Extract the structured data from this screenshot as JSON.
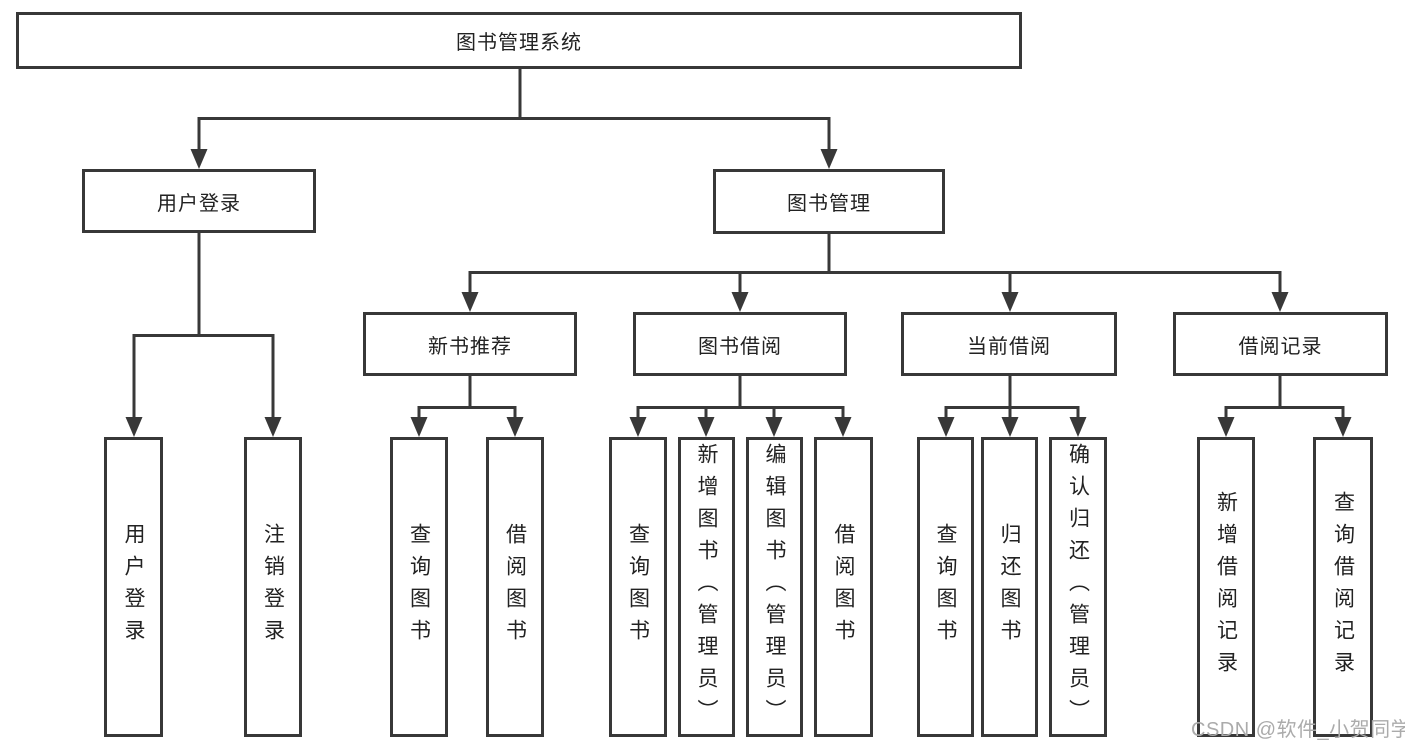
{
  "colors": {
    "line": "#383838",
    "box_border": "#383838",
    "box_background": "#ffffff",
    "text": "#222222",
    "watermark": "#ababab"
  },
  "nodes": {
    "root": {
      "label": "图书管理系统"
    },
    "level2": [
      {
        "label": "用户登录"
      },
      {
        "label": "图书管理"
      }
    ],
    "level3": [
      {
        "label": "新书推荐",
        "parent": "图书管理"
      },
      {
        "label": "图书借阅",
        "parent": "图书管理"
      },
      {
        "label": "当前借阅",
        "parent": "图书管理"
      },
      {
        "label": "借阅记录",
        "parent": "图书管理"
      }
    ],
    "leaves": [
      {
        "label": "用户登录",
        "parent": "用户登录"
      },
      {
        "label": "注销登录",
        "parent": "用户登录"
      },
      {
        "label": "查询图书",
        "parent": "新书推荐"
      },
      {
        "label": "借阅图书",
        "parent": "新书推荐"
      },
      {
        "label": "查询图书",
        "parent": "图书借阅"
      },
      {
        "label": "新增图书（管理员）",
        "parent": "图书借阅"
      },
      {
        "label": "编辑图书（管理员）",
        "parent": "图书借阅"
      },
      {
        "label": "借阅图书",
        "parent": "图书借阅"
      },
      {
        "label": "查询图书",
        "parent": "当前借阅"
      },
      {
        "label": "归还图书",
        "parent": "当前借阅"
      },
      {
        "label": "确认归还（管理员）",
        "parent": "当前借阅"
      },
      {
        "label": "新增借阅记录",
        "parent": "借阅记录"
      },
      {
        "label": "查询借阅记录",
        "parent": "借阅记录"
      }
    ]
  },
  "watermark": {
    "text": "CSDN @软件_小贺同学"
  }
}
